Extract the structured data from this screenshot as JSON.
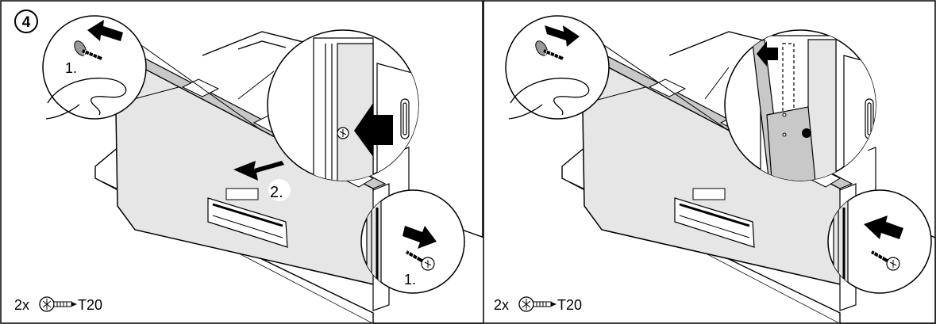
{
  "step_number": "4",
  "panels": [
    {
      "step1_label_top": "1.",
      "step2_label": "2.",
      "step1_label_bottom": "1.",
      "screw_count": "2x",
      "screw_type": "T20"
    },
    {
      "screw_count": "2x",
      "screw_type": "T20"
    }
  ],
  "colors": {
    "line": "#000000",
    "panel_fill": "#e6e6e6",
    "panel_fill_dark": "#c8c8c8",
    "background": "#ffffff"
  }
}
